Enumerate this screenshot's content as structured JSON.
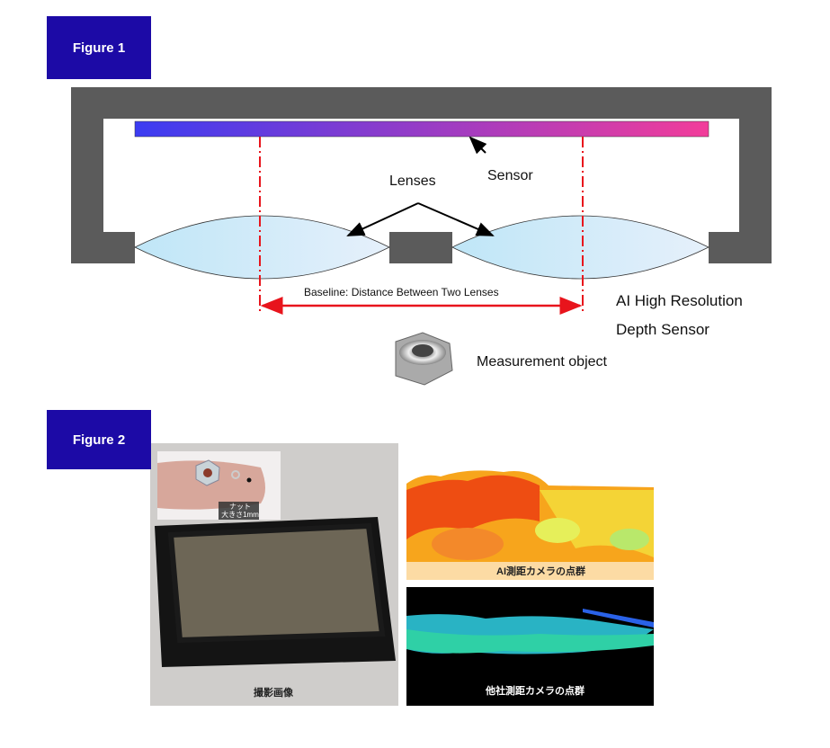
{
  "figure1": {
    "label": "Figure 1",
    "lenses_label": "Lenses",
    "sensor_label": "Sensor",
    "baseline_label": "Baseline: Distance Between Two Lenses",
    "title_line1": "AI High Resolution",
    "title_line2": "Depth Sensor",
    "measurement_label": "Measurement object",
    "colors": {
      "frame": "#5b5b5b",
      "sensor_start": "#3b3cf2",
      "sensor_end": "#f23d9a",
      "baseline": "#e8141c"
    }
  },
  "figure2": {
    "label": "Figure 2",
    "photo_caption": "撮影画像",
    "inset_caption_line1": "ナット",
    "inset_caption_line2": "大きさ1mm",
    "ai_caption": "AI測距カメラの点群",
    "other_caption": "他社測距カメラの点群"
  }
}
